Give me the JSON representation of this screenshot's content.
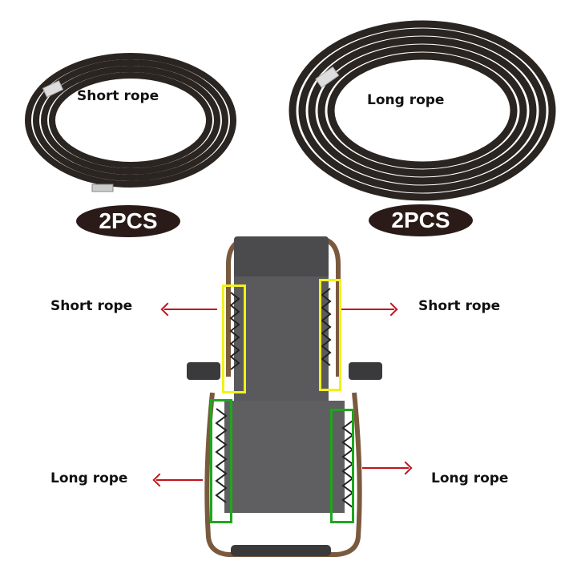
{
  "ropes": {
    "short": {
      "label": "Short rope",
      "quantity": "2PCS"
    },
    "long": {
      "label": "Long rope",
      "quantity": "2PCS"
    }
  },
  "chair_callouts": {
    "top_left": "Short rope",
    "top_right": "Short rope",
    "bottom_left": "Long rope",
    "bottom_right": "Long rope"
  },
  "colors": {
    "rope": "#2b2522",
    "badge": "#2a1a18",
    "arrow": "#c0141c",
    "short_highlight": "#f2f21a",
    "long_highlight": "#1fa61f",
    "frame": "#7a5a3e",
    "fabric": "#5a5a5c"
  }
}
